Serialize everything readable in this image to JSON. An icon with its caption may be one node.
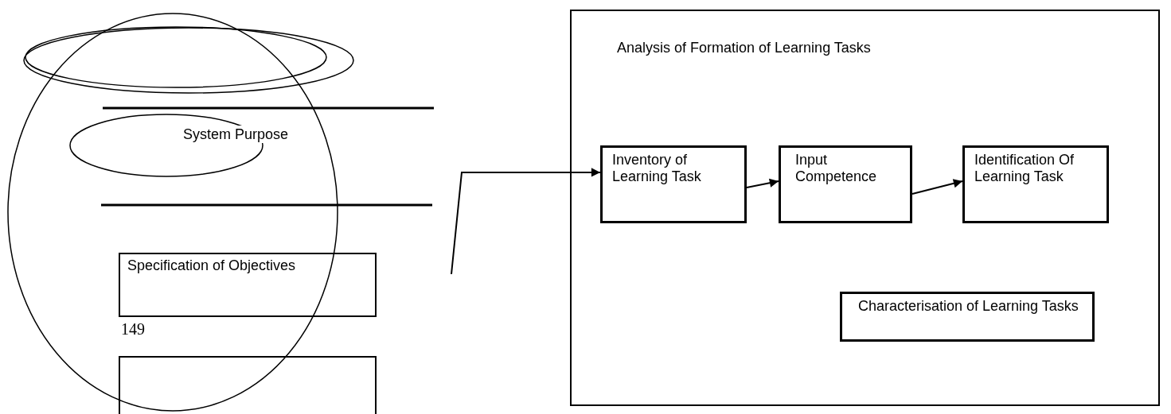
{
  "diagram": {
    "nodes": [
      {
        "text": [
          "Analysis of Formation of Learning Tasks"
        ]
      },
      {
        "text": [
          "Inventory of Learning Task"
        ],
        "in": 0
      },
      {
        "text": [
          "Input Competence"
        ],
        "in": 0
      },
      {
        "text": [
          "Identification Of Learning Task"
        ],
        "in": 0
      },
      {
        "text": [
          "Characterisation of Learning Tasks"
        ],
        "in": 0
      },
      {
        "text": [
          "Specification of Objectives"
        ]
      },
      {
        "text": [],
        "shape": "box"
      }
    ],
    "edges": [
      {
        "from": null,
        "to": 1,
        "arrow": "to"
      },
      {
        "from": 1,
        "to": 2,
        "arrow": "to"
      },
      {
        "from": 2,
        "to": 3,
        "arrow": "to"
      }
    ],
    "labels": [
      "System Purpose",
      "149"
    ]
  }
}
